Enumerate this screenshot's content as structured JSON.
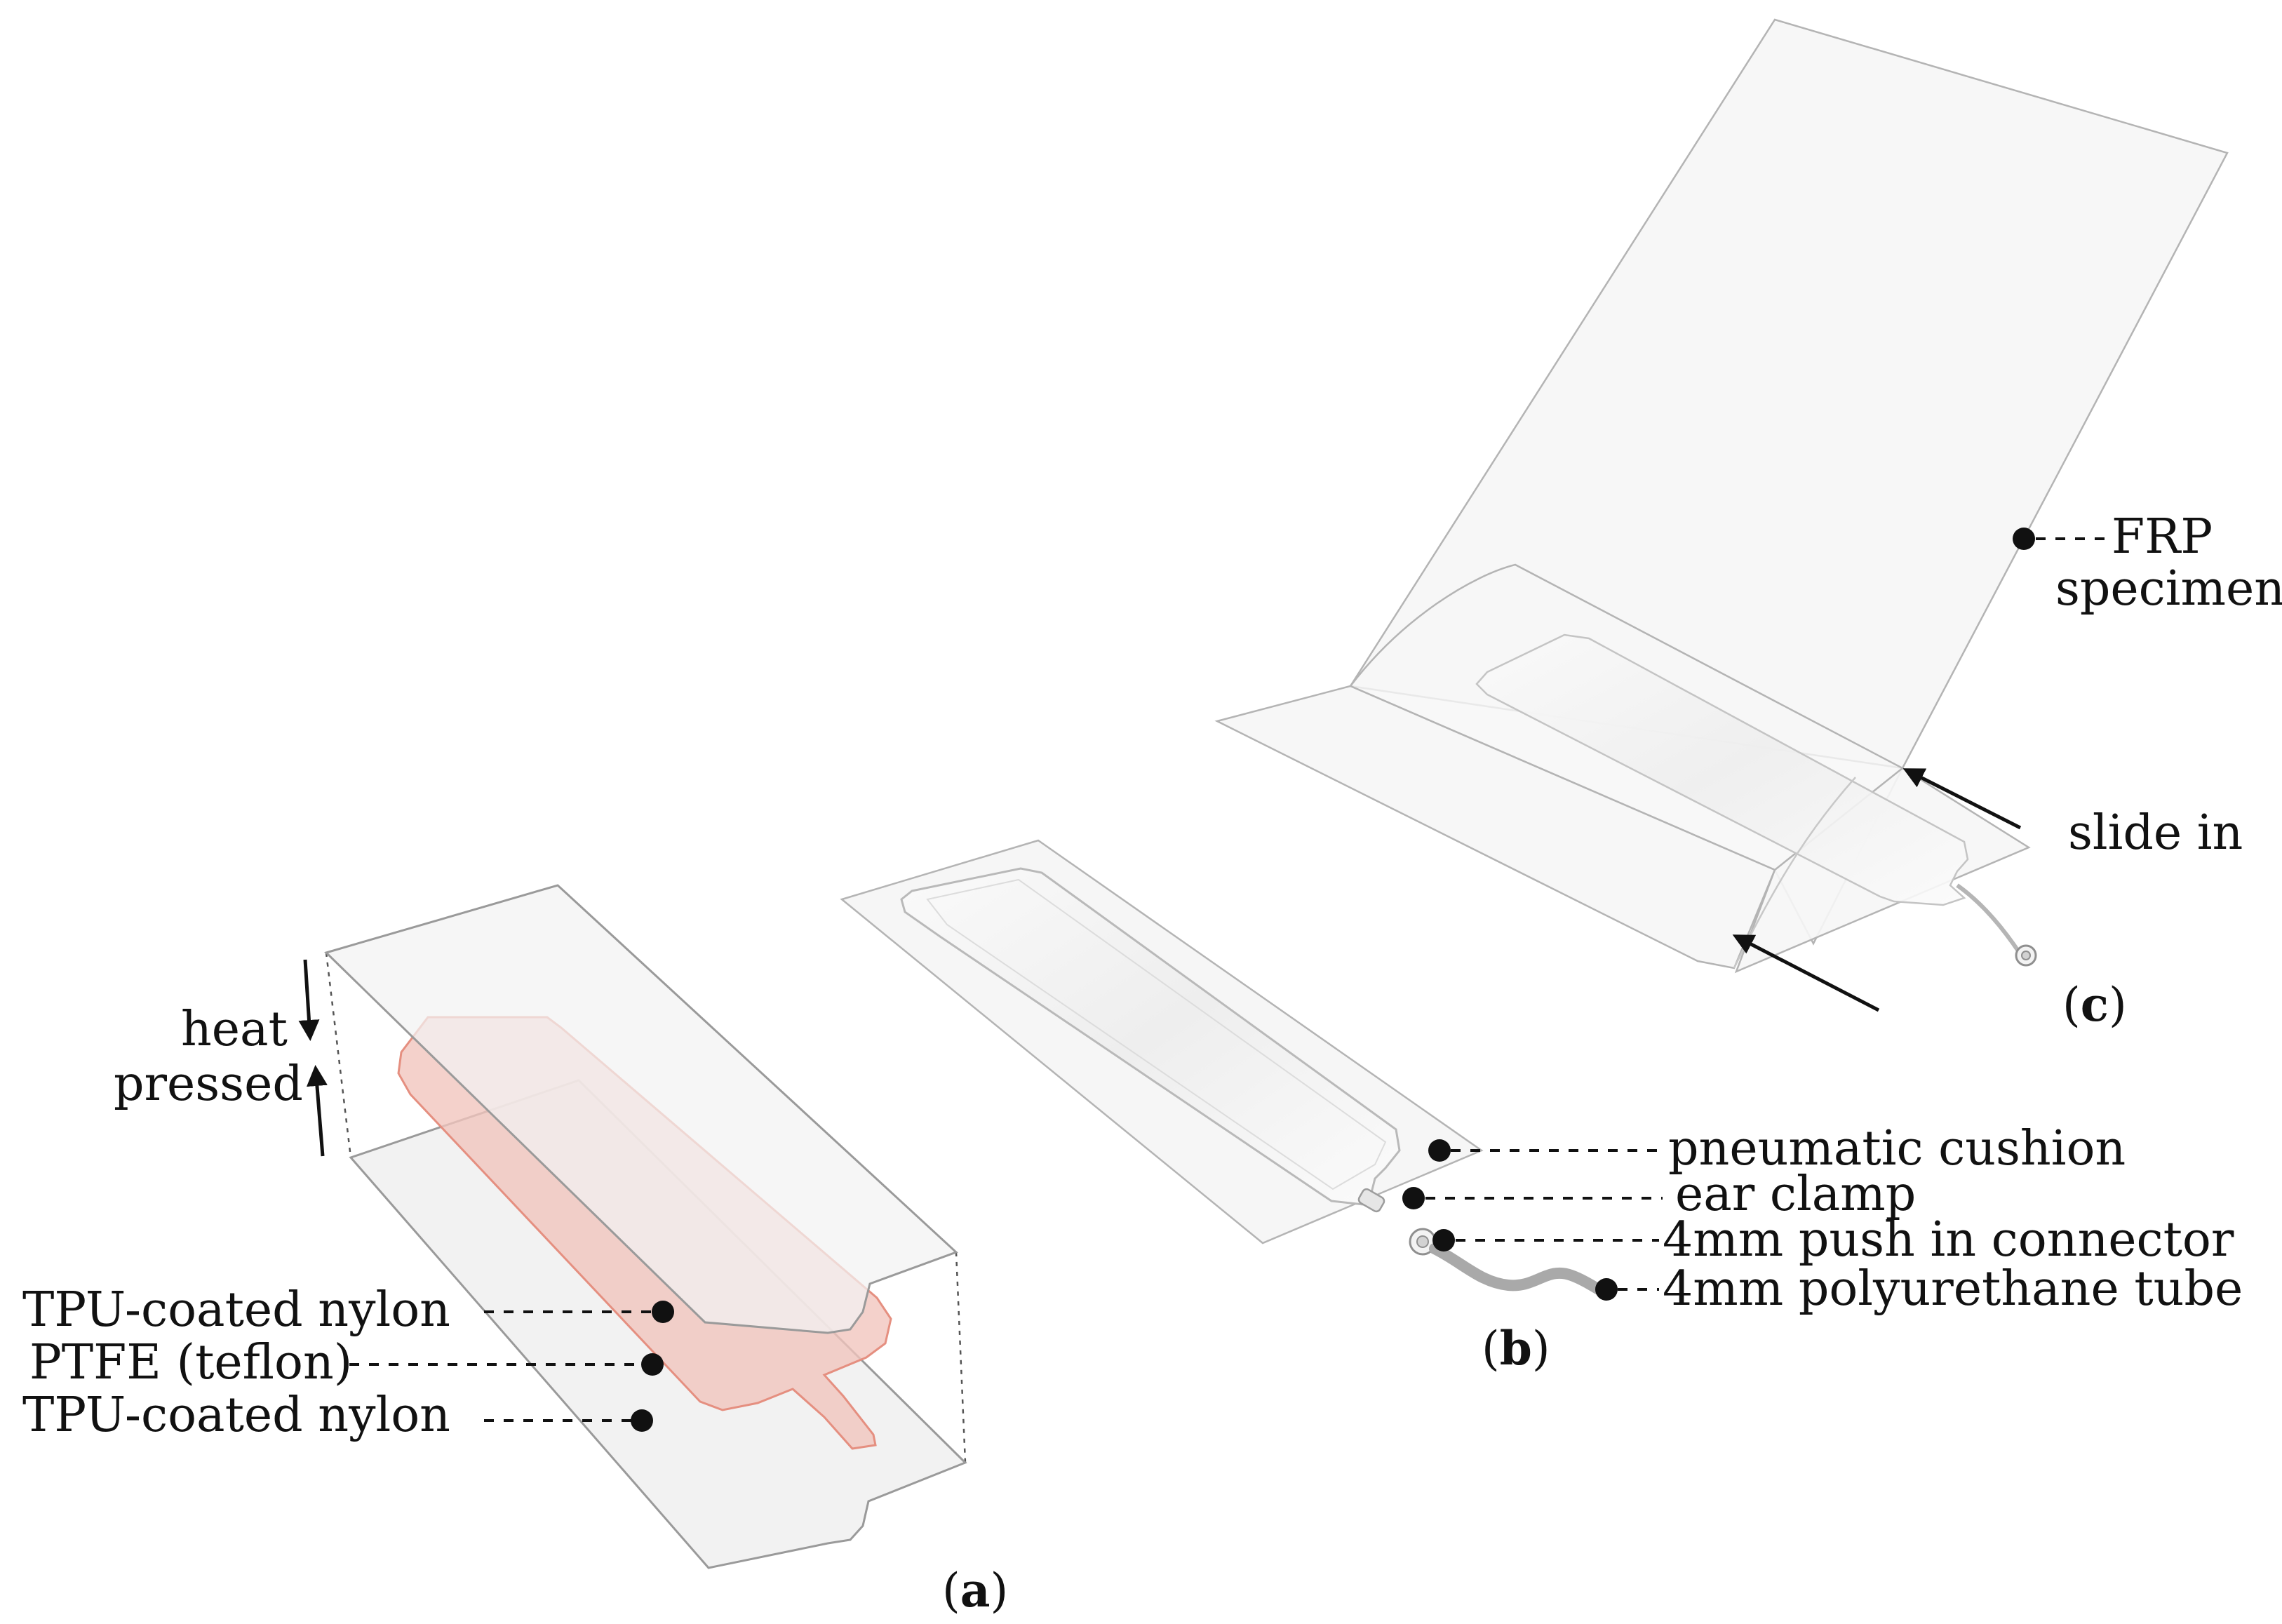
{
  "labels": {
    "heat": "heat",
    "pressed": "pressed",
    "tpu_top": "TPU-coated nylon",
    "ptfe": "PTFE (teflon)",
    "tpu_bottom": "TPU-coated nylon",
    "pneumatic_cushion": "pneumatic cushion",
    "ear_clamp": "ear clamp",
    "connector": "4mm push in connector",
    "tube": "4mm polyurethane tube",
    "frp_line1": "FRP",
    "frp_line2": "specimen",
    "slide_in": "slide in"
  },
  "panels": {
    "a": {
      "open": "(",
      "letter": "a",
      "close": ")"
    },
    "b": {
      "open": "(",
      "letter": "b",
      "close": ")"
    },
    "c": {
      "open": "(",
      "letter": "c",
      "close": ")"
    }
  },
  "colors": {
    "ptfe_fill": "#f1c4bc",
    "ptfe_stroke": "#e58f80",
    "sheet_fill": "#f2f2f2",
    "sheet_stroke": "#9a9a9a",
    "tube": "#a9a9a9",
    "ink": "#111111"
  }
}
